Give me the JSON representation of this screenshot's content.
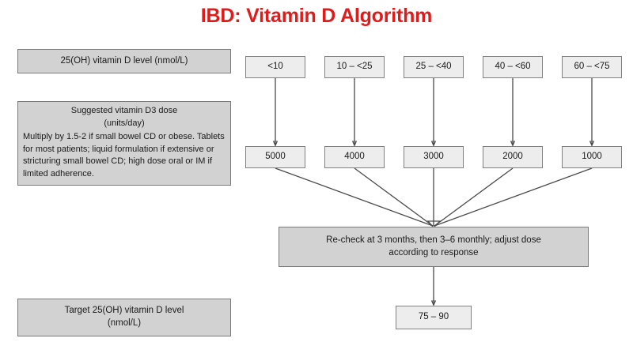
{
  "title": "IBD: Vitamin D Algorithm",
  "title_color": "#e01b1b",
  "palette": {
    "row_label_fill": "#d2d2d2",
    "node_fill": "#ededed",
    "border": "#808080",
    "connector": "#4a4a4a",
    "background": "#ffffff"
  },
  "row_labels": {
    "level": "25(OH) vitamin D level (nmol/L)",
    "dose_heading_line1": "Suggested vitamin D3 dose",
    "dose_heading_line2": "(units/day)",
    "dose_body": "Multiply by 1.5-2 if small bowel CD or obese. Tablets for most patients; liquid formulation if extensive or stricturing small bowel CD; high dose oral or IM if limited adherence.",
    "target_line1": "Target 25(OH) vitamin D level",
    "target_line2": "(nmol/L)"
  },
  "levels": [
    {
      "label": "<10"
    },
    {
      "label": "10 – <25"
    },
    {
      "label": "25 – <40"
    },
    {
      "label": "40 – <60"
    },
    {
      "label": "60 – <75"
    }
  ],
  "doses": [
    {
      "label": "5000"
    },
    {
      "label": "4000"
    },
    {
      "label": "3000"
    },
    {
      "label": "2000"
    },
    {
      "label": "1000"
    }
  ],
  "recheck": {
    "line1": "Re-check at 3 months, then 3–6 monthly; adjust dose",
    "line2": "according to response"
  },
  "target_value": "75 – 90"
}
